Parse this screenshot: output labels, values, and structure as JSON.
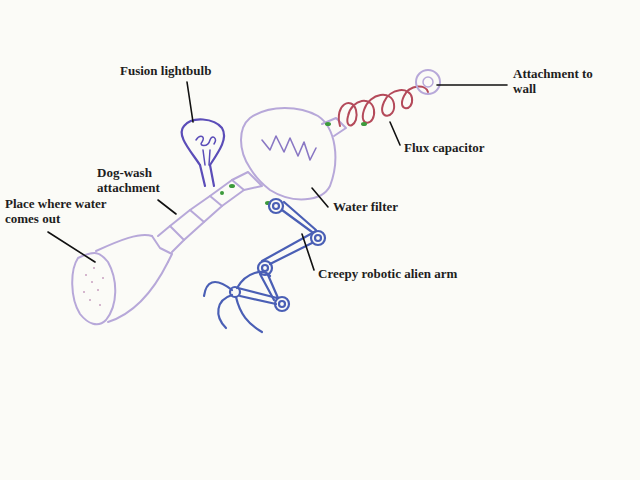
{
  "diagram": {
    "labels": [
      "Fusion lightbulb",
      "Attachment to wall",
      "Dog-wash attachment",
      "Flux capacitor",
      "Place where water comes out",
      "Water filter",
      "Creepy robotic alien arm"
    ]
  }
}
